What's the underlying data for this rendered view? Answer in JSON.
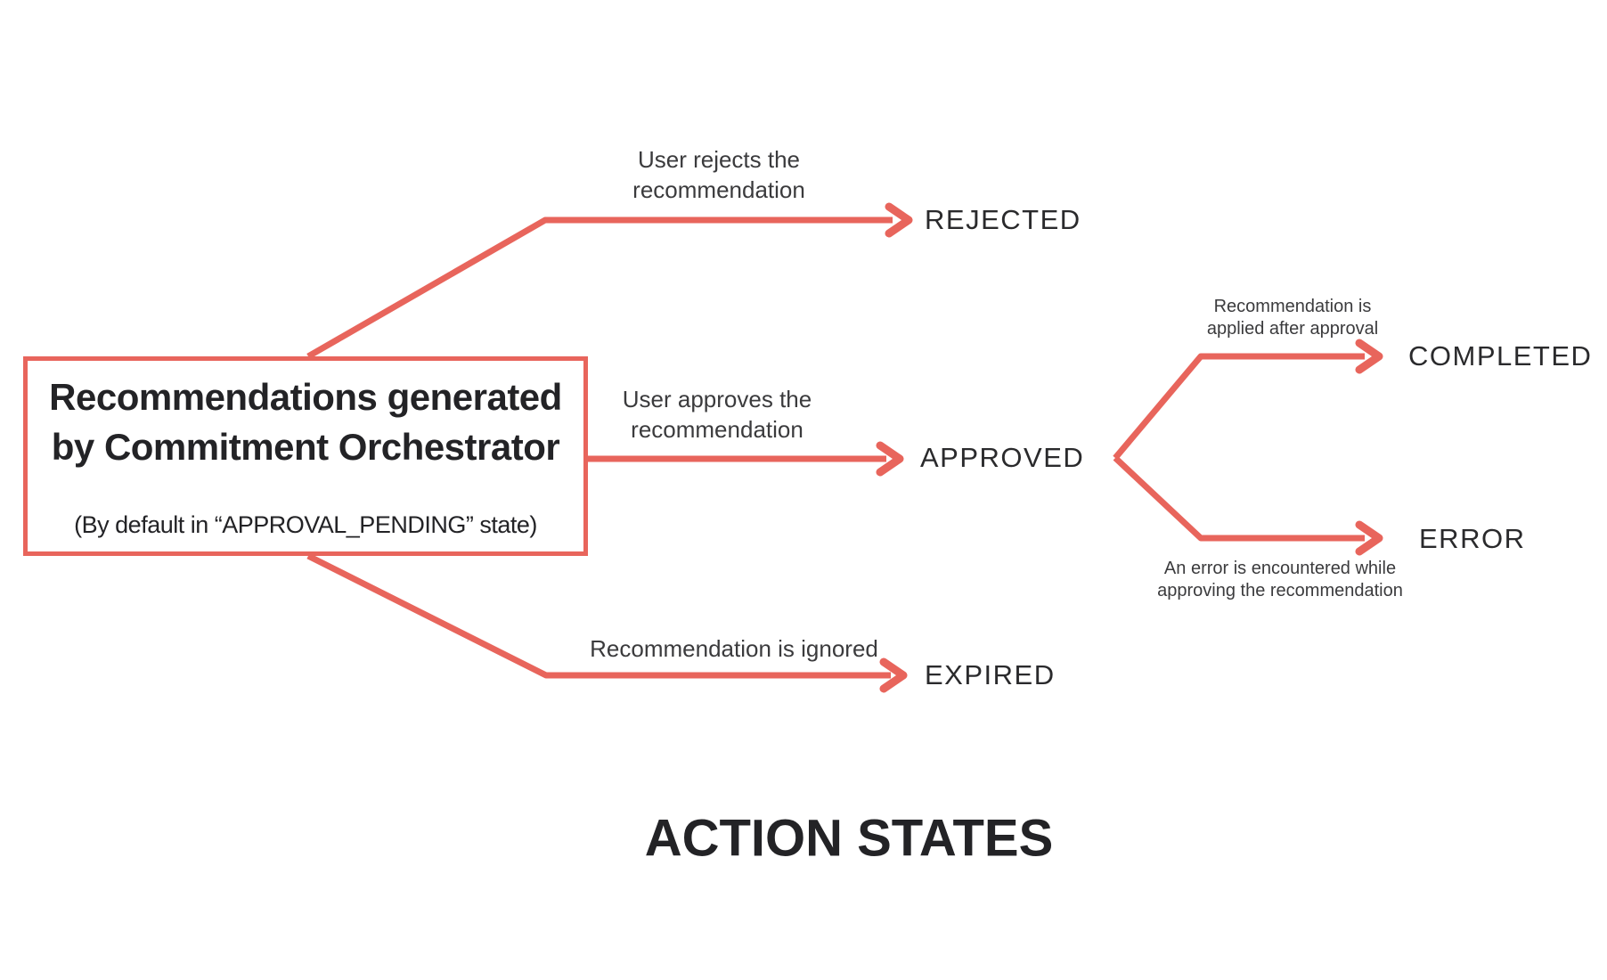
{
  "title": "ACTION STATES",
  "source": {
    "heading_line1": "Recommendations generated",
    "heading_line2": "by Commitment Orchestrator",
    "subheading": "(By default in “APPROVAL_PENDING” state)"
  },
  "transitions": {
    "rejected": {
      "label_line1": "User rejects the",
      "label_line2": "recommendation",
      "state": "REJECTED"
    },
    "approved": {
      "label_line1": "User approves the",
      "label_line2": "recommendation",
      "state": "APPROVED"
    },
    "completed": {
      "label_line1": "Recommendation is",
      "label_line2": "applied after approval",
      "state": "COMPLETED"
    },
    "error": {
      "label_line1": "An error is encountered while",
      "label_line2": "approving the recommendation",
      "state": "ERROR"
    },
    "expired": {
      "label_line1": "Recommendation is ignored",
      "state": "EXPIRED"
    }
  },
  "colors": {
    "arrow": "#E8655C",
    "heading_text": "#232326",
    "state_text": "#2A2A2C",
    "label_text": "#3B3B3D"
  }
}
